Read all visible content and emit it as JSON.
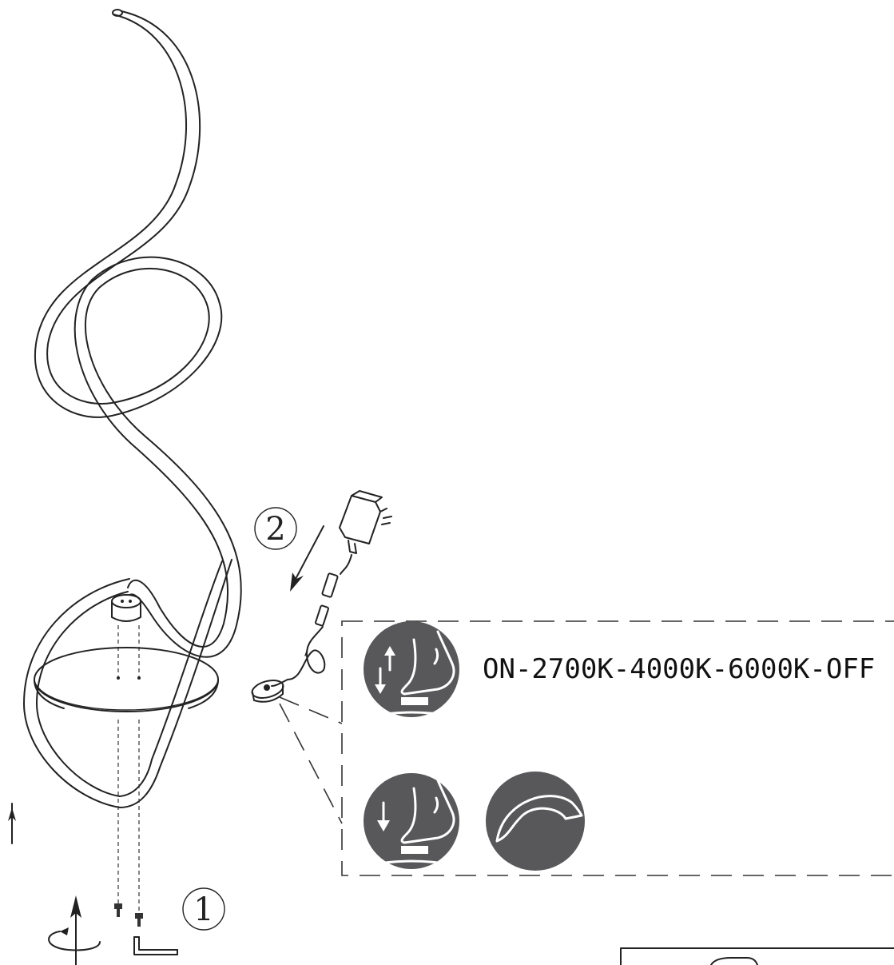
{
  "steps": {
    "step1": "1",
    "step2": "2"
  },
  "switch_modes": {
    "press_cycle_text": "ON-2700K-4000K-6000K-OFF"
  },
  "icons": {
    "press_cycle": "foot-press-up-down-icon",
    "press_hold": "foot-press-down-icon",
    "dimming": "dimming-arc-icon"
  },
  "colors": {
    "icon_circle": "#58585a",
    "line": "#222222"
  }
}
